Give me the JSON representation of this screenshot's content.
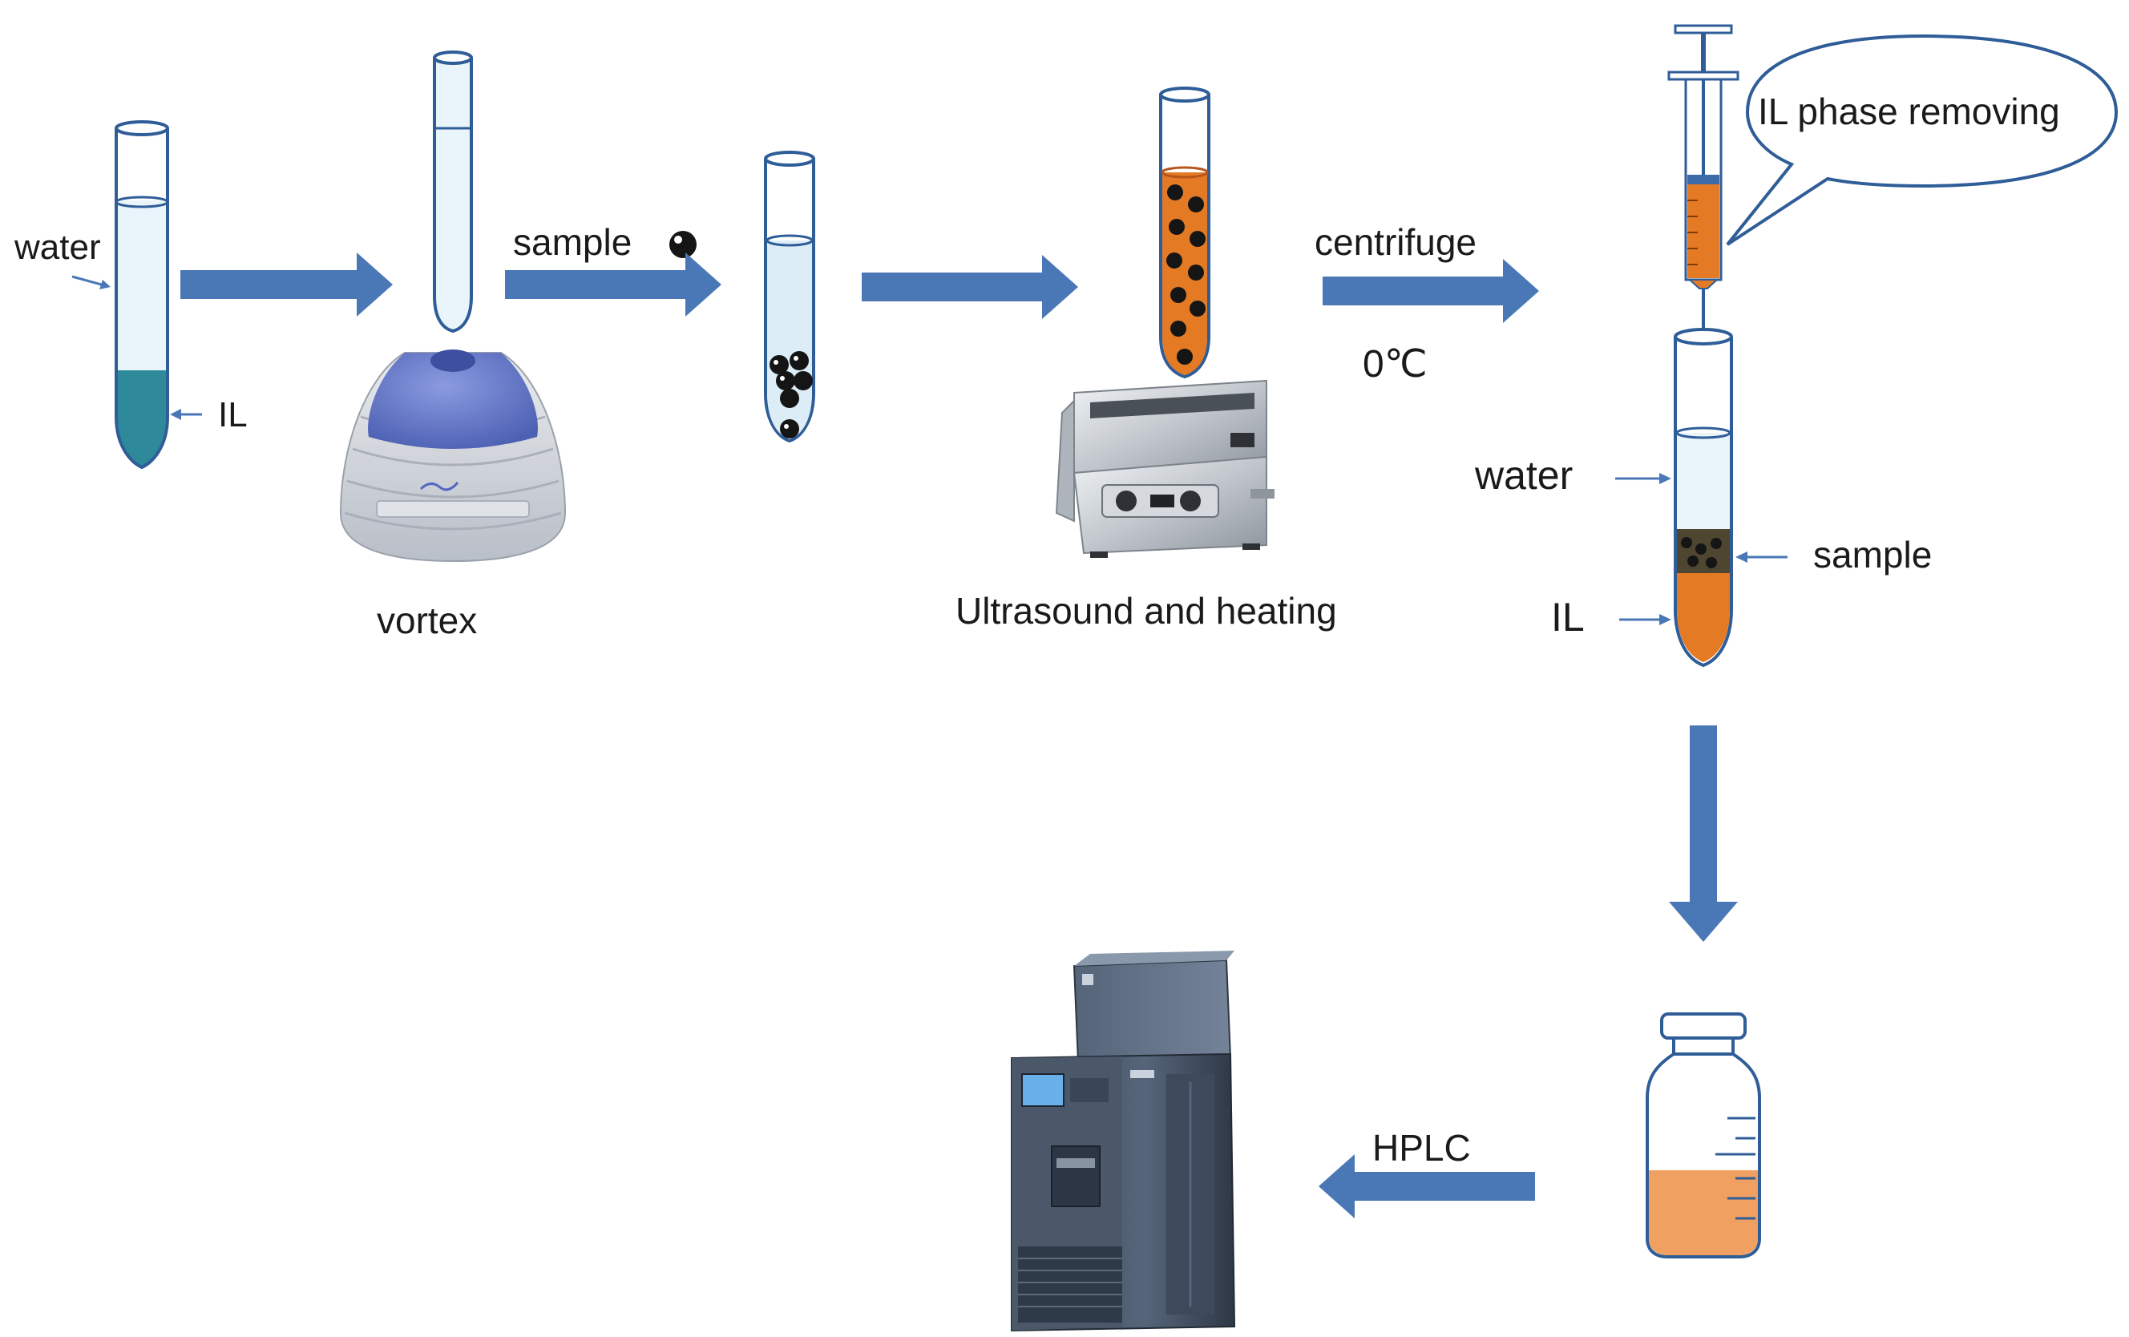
{
  "labels": {
    "water_left": "water",
    "il_left": "IL",
    "vortex": "vortex",
    "sample_top": "sample",
    "centrifuge": "centrifuge",
    "temperature": "0℃",
    "ultrasound": "Ultrasound and heating",
    "il_phase_removing": "IL phase removing",
    "water_right": "water",
    "sample_right": "sample",
    "il_right": "IL",
    "hplc": "HPLC"
  },
  "colors": {
    "arrow": "#4a78b6",
    "ionic_liquid_teal": "#2e8a9a",
    "ionic_liquid_orange": "#e57a24",
    "tube_water": "#dcedf8",
    "tube_outline": "#2f5d98",
    "vortex_cap": "#6a7fd1",
    "particle": "#151515"
  }
}
